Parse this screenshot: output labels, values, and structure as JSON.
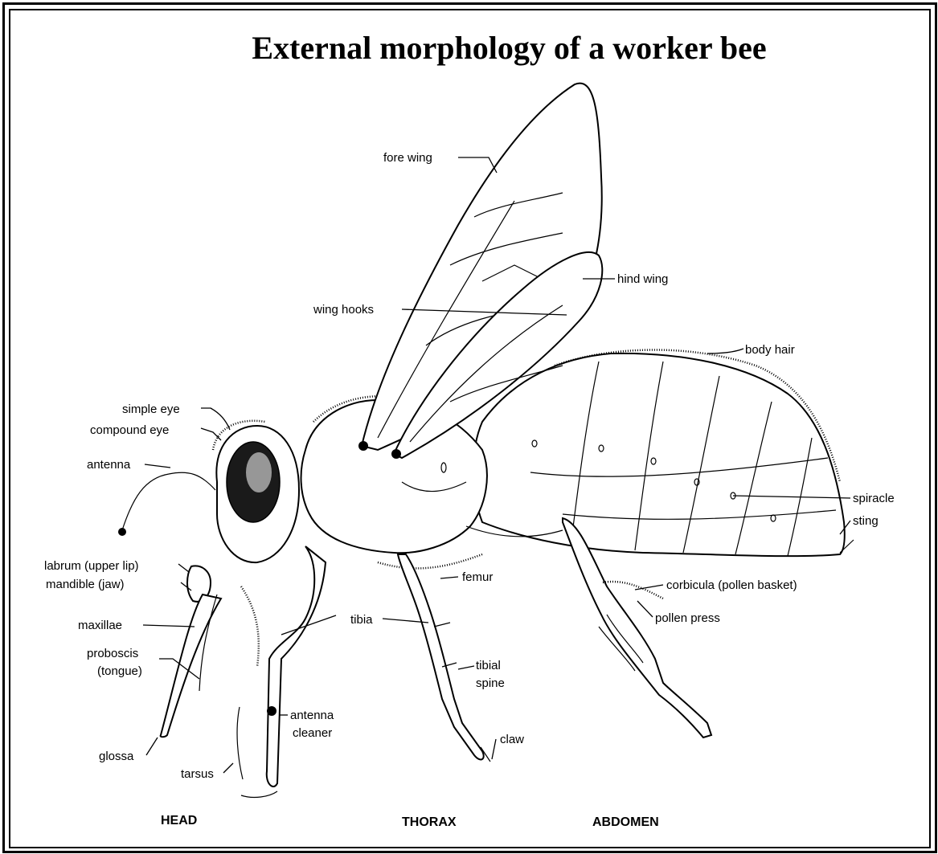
{
  "title": "External morphology of a worker bee",
  "labels": {
    "fore_wing": "fore wing",
    "hind_wing": "hind wing",
    "wing_hooks": "wing hooks",
    "body_hair": "body hair",
    "simple_eye": "simple eye",
    "compound_eye": "compound eye",
    "antenna": "antenna",
    "labrum": "labrum (upper lip)",
    "mandible": "mandible (jaw)",
    "maxillae": "maxillae",
    "proboscis_1": "proboscis",
    "proboscis_2": "(tongue)",
    "glossa": "glossa",
    "tarsus": "tarsus",
    "antenna_cleaner_1": "antenna",
    "antenna_cleaner_2": "cleaner",
    "tibia": "tibia",
    "femur": "femur",
    "tibial_spine_1": "tibial",
    "tibial_spine_2": "spine",
    "claw": "claw",
    "corbicula": "corbicula (pollen basket)",
    "pollen_press": "pollen press",
    "spiracle": "spiracle",
    "sting": "sting"
  },
  "sections": {
    "head": "HEAD",
    "thorax": "THORAX",
    "abdomen": "ABDOMEN"
  }
}
